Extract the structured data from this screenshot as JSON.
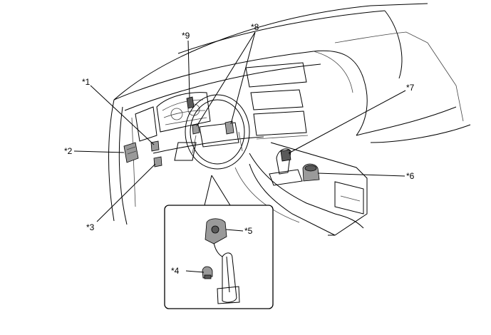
{
  "diagram": {
    "callouts": [
      {
        "id": "c1",
        "label": "*1"
      },
      {
        "id": "c2",
        "label": "*2"
      },
      {
        "id": "c3",
        "label": "*3"
      },
      {
        "id": "c4",
        "label": "*4"
      },
      {
        "id": "c5",
        "label": "*5"
      },
      {
        "id": "c6",
        "label": "*6"
      },
      {
        "id": "c7",
        "label": "*7"
      },
      {
        "id": "c8",
        "label": "*8"
      },
      {
        "id": "c9",
        "label": "*9"
      }
    ]
  }
}
